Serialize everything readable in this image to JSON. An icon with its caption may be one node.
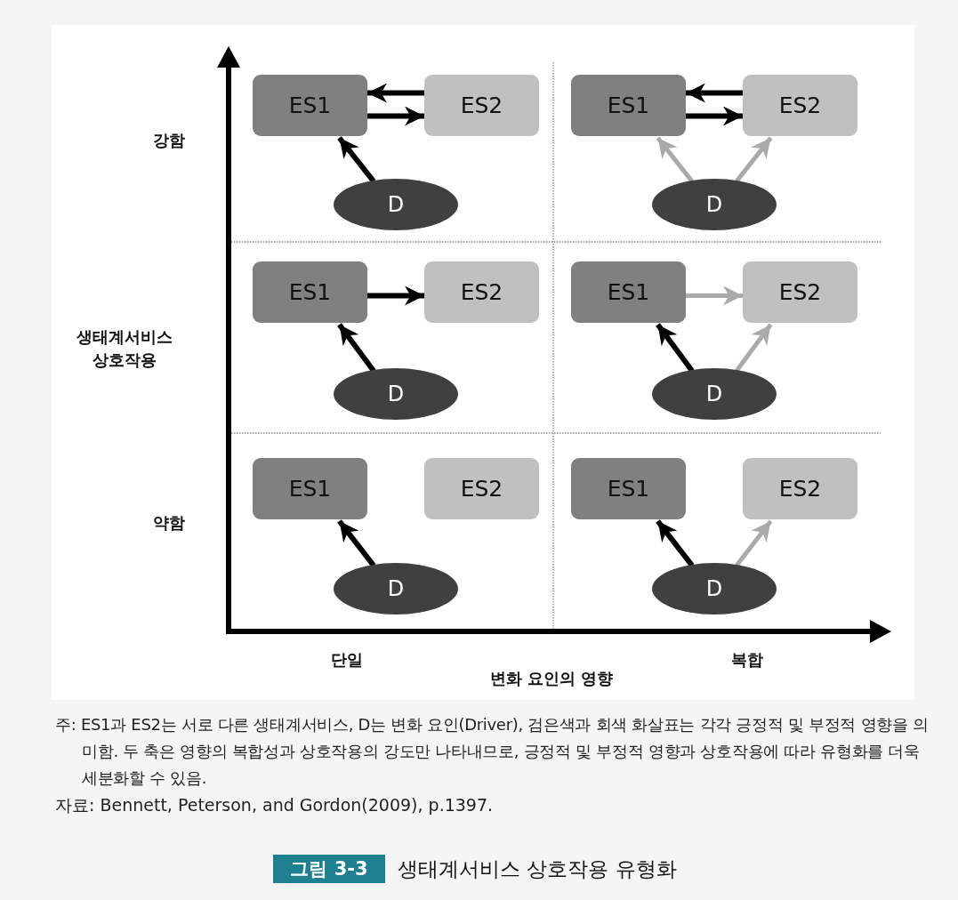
{
  "diagram": {
    "title": "생태계서비스 상호작용 유형화",
    "nodes": [
      {
        "text": [
          "ES1"
        ]
      },
      {
        "text": [
          "ES2"
        ]
      },
      {
        "text": [
          "D"
        ]
      },
      {
        "text": [
          "ES1"
        ]
      },
      {
        "text": [
          "ES2"
        ]
      },
      {
        "text": [
          "D"
        ]
      },
      {
        "text": [
          "ES1"
        ]
      },
      {
        "text": [
          "ES2"
        ]
      },
      {
        "text": [
          "D"
        ]
      },
      {
        "text": [
          "ES1"
        ]
      },
      {
        "text": [
          "ES2"
        ]
      },
      {
        "text": [
          "D"
        ]
      },
      {
        "text": [
          "ES1"
        ]
      },
      {
        "text": [
          "ES2"
        ]
      },
      {
        "text": [
          "D"
        ]
      },
      {
        "text": [
          "ES1"
        ]
      },
      {
        "text": [
          "ES2"
        ]
      },
      {
        "text": [
          "D"
        ]
      }
    ],
    "edges": [
      {
        "from": 1,
        "to": 0,
        "arrow": "to"
      },
      {
        "from": 0,
        "to": 1,
        "arrow": "to"
      },
      {
        "from": 2,
        "to": 0,
        "arrow": "to"
      },
      {
        "from": 4,
        "to": 3,
        "arrow": "to"
      },
      {
        "from": 3,
        "to": 4,
        "arrow": "to"
      },
      {
        "from": 5,
        "to": 3,
        "arrow": "to",
        "color": "#aaaaaa"
      },
      {
        "from": 5,
        "to": 4,
        "arrow": "to",
        "color": "#aaaaaa"
      },
      {
        "from": 6,
        "to": 7,
        "arrow": "to"
      },
      {
        "from": 8,
        "to": 6,
        "arrow": "to"
      },
      {
        "from": 9,
        "to": 10,
        "arrow": "to",
        "color": "#aaaaaa"
      },
      {
        "from": 11,
        "to": 9,
        "arrow": "to"
      },
      {
        "from": 11,
        "to": 10,
        "arrow": "to",
        "color": "#aaaaaa"
      },
      {
        "from": 14,
        "to": 12,
        "arrow": "to"
      },
      {
        "from": 17,
        "to": 15,
        "arrow": "to"
      },
      {
        "from": 17,
        "to": 16,
        "arrow": "to",
        "color": "#aaaaaa"
      }
    ],
    "labels": [
      "강함",
      "생태계서비스 상호작용",
      "약함",
      "단일",
      "복합",
      "변화 요인의 영향",
      "주: ES1과 ES2는 서로 다른 생태계서비스, D는 변화 요인(Driver), 검은색과 회색 화살표는 각각 긍정적 및 부정적 영향을 의미함. 두 축은 영향의 복합성과 상호작용의 강도만 나타내므로, 긍정적 및 부정적 영향과 상호작용에 따라 유형화를 더욱 세분화할 수 있음.",
      "자료: Bennett, Peterson, and Gordon(2009), p.1397.",
      "그림 3-3"
    ]
  }
}
